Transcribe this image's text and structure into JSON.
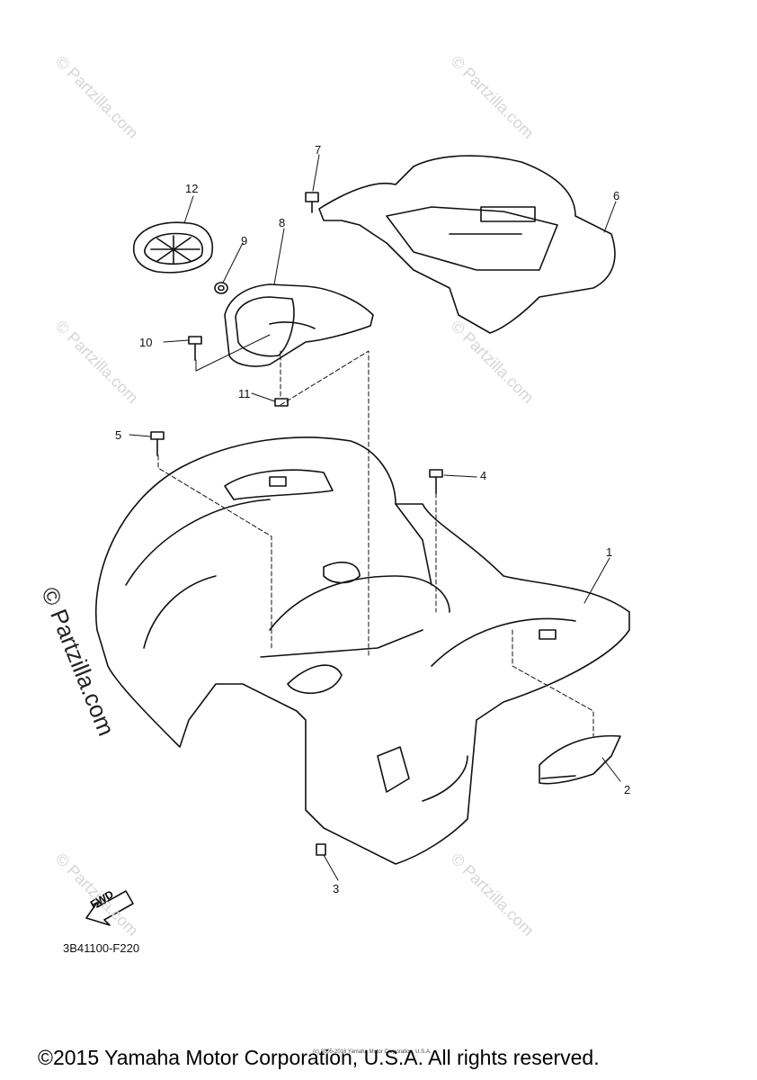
{
  "watermarks": [
    "© Partzilla.com",
    "© Partzilla.com",
    "© Partzilla.com",
    "© Partzilla.com",
    "© Partzilla.com",
    "© Partzilla.com"
  ],
  "main_watermark": "© Partzilla.com",
  "callouts": [
    "1",
    "2",
    "3",
    "4",
    "5",
    "6",
    "7",
    "8",
    "9",
    "10",
    "11",
    "12"
  ],
  "fwd_label": "FWD",
  "part_code": "3B41100-F220",
  "fine_print": "(c) 2005-2016 Yamaha Motor Corporation, U.S.A.",
  "copyright": "©2015 Yamaha Motor Corporation, U.S.A. All rights reserved."
}
